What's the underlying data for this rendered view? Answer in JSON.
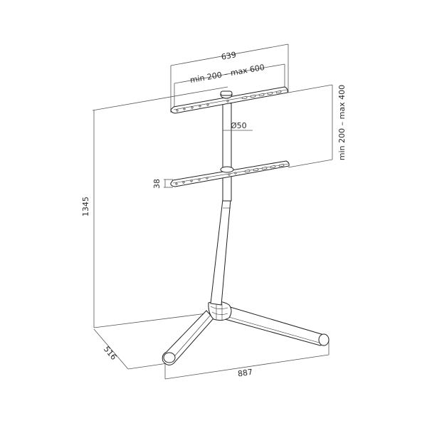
{
  "diagram": {
    "subject": "TV floor stand technical dimension drawing",
    "line_color": "#222222",
    "dimension_color": "#555555",
    "background": "#ffffff",
    "dimensions": {
      "bracket_overall_width": "639",
      "vesa_horizontal_range": "min 200 – max 600",
      "vesa_vertical_range": "min 200 – max 400",
      "pole_diameter": "Ø50",
      "bracket_height": "38",
      "total_height": "1345",
      "base_depth": "516",
      "base_width": "887"
    },
    "units": "mm"
  }
}
